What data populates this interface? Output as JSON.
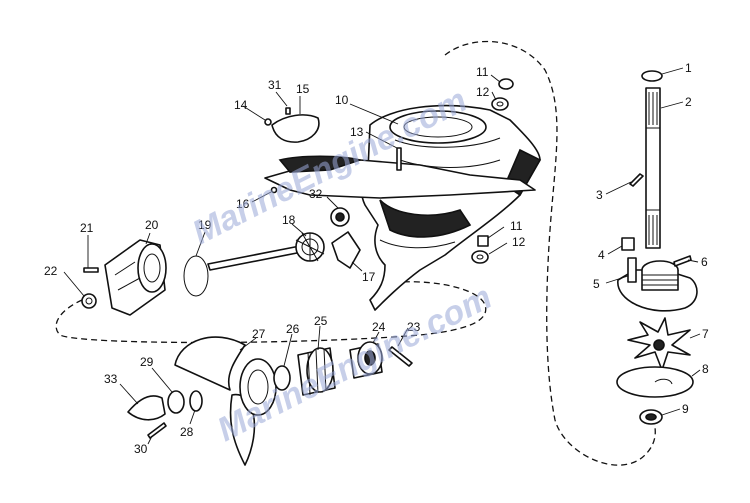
{
  "diagram": {
    "watermark": "MarineEngine.com",
    "callouts": [
      "1",
      "2",
      "3",
      "4",
      "5",
      "6",
      "7",
      "8",
      "9",
      "10",
      "11",
      "12",
      "13",
      "14",
      "15",
      "16",
      "17",
      "18",
      "19",
      "20",
      "21",
      "22",
      "23",
      "24",
      "25",
      "26",
      "27",
      "28",
      "29",
      "30",
      "31",
      "32",
      "33"
    ],
    "duplicate_callouts": [
      "11",
      "12"
    ]
  }
}
